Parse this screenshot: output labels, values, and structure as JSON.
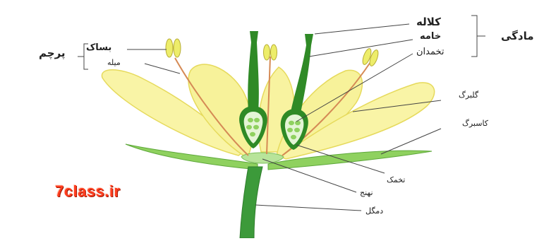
{
  "labels": {
    "stigma": "کلاله",
    "style": "خامه",
    "ovary": "تخمدان",
    "pistil": "مادگی",
    "anther": "بساک",
    "filament": "میله",
    "stamen": "پرچم",
    "petal": "گلبرگ",
    "sepal": "کاسبرگ",
    "ovule": "تخمک",
    "receptacle": "نهنج",
    "stalk": "دمگل"
  },
  "watermark": "7class.ir",
  "colors": {
    "petal_fill": "#f7f29a",
    "petal_edge": "#e8dc5a",
    "sepal_fill": "#8fd15f",
    "stem": "#3c9a3a",
    "pistil_dark": "#2f8a26",
    "ovule": "#b6e39a",
    "anther": "#eded6a",
    "filament": "#d58a55",
    "leader_line": "#444444",
    "watermark": "#ff3d1f"
  }
}
